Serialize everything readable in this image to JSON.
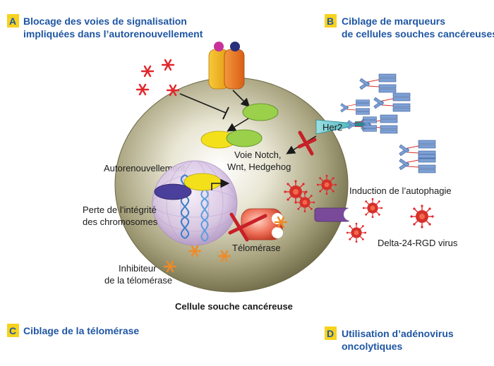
{
  "sections": {
    "a": {
      "letter": "A",
      "line1": "Blocage des voies de signalisation",
      "line2": "impliquées dans l’autorenouvellement"
    },
    "b": {
      "letter": "B",
      "line1": "Ciblage de marqueurs",
      "line2": "de cellules souches cancéreuses"
    },
    "c": {
      "letter": "C",
      "line1": "Ciblage de la télomérase"
    },
    "d": {
      "letter": "D",
      "line1": "Utilisation d’adénovirus",
      "line2": "oncolytiques"
    }
  },
  "labels": {
    "voie_line1": "Voie Notch,",
    "voie_line2": "Wnt, Hedgehog",
    "autorenouvellement": "Autorenouvellement",
    "perte_line1": "Perte de l’intégrité",
    "perte_line2": "des chromosomes",
    "telomerase": "Télomérase",
    "inhibiteur_line1": "Inhibiteur",
    "inhibiteur_line2": "de la télomérase",
    "cellule": "Cellule souche cancéreuse",
    "her2": "Her2",
    "autophagie": "Induction de l’autophagie",
    "delta": "Delta-24-RGD virus"
  },
  "colors": {
    "heading_blue": "#1f56a3",
    "badge_yellow": "#f7d21e",
    "cell_olive": "#8a8660",
    "green_protein": "#9ad04a",
    "yellow_protein": "#f4e01a",
    "purple_protein": "#4a3f9a",
    "receptor_yellow": "#f4b41a",
    "receptor_orange": "#ee7a26",
    "telomerase_red": "#e0503a",
    "star_red": "#e2262b",
    "star_orange": "#f08a26",
    "virus_red": "#d6302a",
    "her2_teal": "#5cc0c8",
    "antibody_blue": "#7da0d4",
    "membrane_purple": "#7a4a9a"
  }
}
